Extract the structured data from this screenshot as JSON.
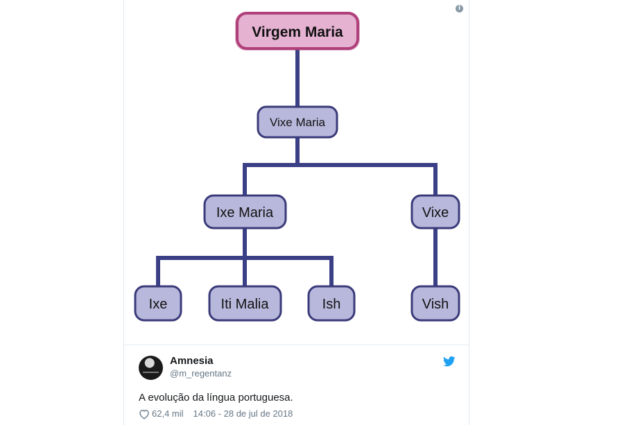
{
  "diagram": {
    "root": "Virgem Maria",
    "level1": "Vixe Maria",
    "level2_left": "Ixe Maria",
    "level2_right": "Vixe",
    "leaf1": "Ixe",
    "leaf2": "Iti Malia",
    "leaf3": "Ish",
    "leaf4": "Vish"
  },
  "tweet": {
    "author_name": "Amnesia",
    "author_handle": "@m_regentanz",
    "text": "A evolução da língua portuguesa.",
    "likes": "62,4 mil",
    "timestamp": "14:06 - 28 de jul de 2018"
  },
  "icons": {
    "info": "info-icon",
    "twitter": "twitter-bird-icon",
    "like": "heart-icon"
  },
  "colors": {
    "node_fill": "#b4b4d8",
    "node_border": "#3a3a7a",
    "root_fill": "#e8b0d0",
    "root_border": "#b0407a",
    "connector": "#3b3f86",
    "twitter_blue": "#1da1f2"
  }
}
